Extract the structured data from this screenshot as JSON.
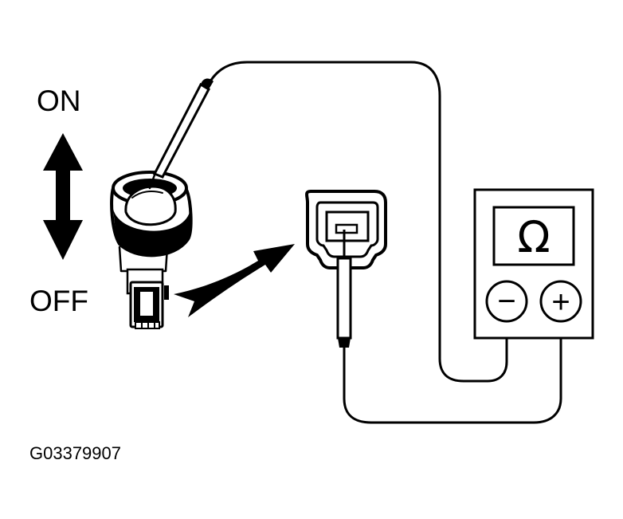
{
  "labels": {
    "on": "ON",
    "off": "OFF",
    "figure_code": "G03379907"
  },
  "ohmmeter": {
    "display_symbol": "Ω",
    "negative_terminal": "−",
    "positive_terminal": "+"
  },
  "colors": {
    "ink": "#000000",
    "paper": "#ffffff"
  },
  "icons": {
    "switch": "push-switch-icon",
    "direction_arrow": "double-arrow-icon",
    "pointer_arrow": "pointer-arrow-icon",
    "connector": "connector-icon",
    "probes": "test-probe-icon",
    "meter": "ohmmeter-icon"
  }
}
